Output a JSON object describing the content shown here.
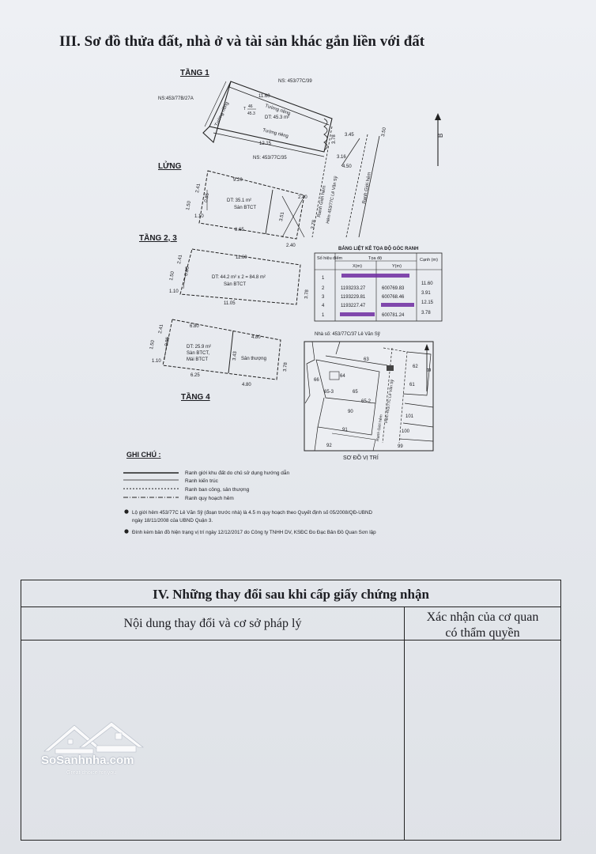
{
  "section3": {
    "title": "III. Sơ đồ thửa đất, nhà ở và tài sản khác gắn liền với đất"
  },
  "plan": {
    "floor1": {
      "label": "TẦNG 1",
      "ns_top": "NS: 453/77C/39",
      "ns_left": "NS:453/77B/27A",
      "ns_bottom": "NS: 453/77C/35",
      "dim_top": "11.60",
      "dim_bottom": "12.15",
      "area": "DT: 45.3 m²",
      "wall_top": "Tường riêng",
      "wall_bottom": "Tường riêng",
      "wall_left": "Tường riêng",
      "frac_num": "46",
      "frac_den": "45.3",
      "frac_prefix": "T",
      "d378": "3.78",
      "d345": "3.45",
      "d350": "3.50",
      "d316": "3.16",
      "d450": "4.50"
    },
    "mezzanine": {
      "label": "LỬNG",
      "area": "DT: 35.1 m²",
      "material": "Sàn BTCT",
      "dim_top": "9.20",
      "dim_240a": "2.40",
      "dim_bottom": "8.65",
      "dim_240b": "2.40",
      "d241": "2.41",
      "d085": "0.85",
      "d150": "1.50",
      "d110": "1.10",
      "d351": "3.51",
      "d378": "3.78"
    },
    "floor23": {
      "label": "TẦNG 2, 3",
      "area": "DT: 44.2 m² x 2 = 84.8 m²",
      "material": "Sàn BTCT",
      "dim_top": "11.60",
      "dim_bottom": "11.05",
      "d241": "2.41",
      "d085": "0.85",
      "d150": "1.50",
      "d110": "1.10",
      "d378": "3.78"
    },
    "floor4": {
      "label": "TẦNG 4",
      "area": "DT: 25.9 m²",
      "material1": "Sàn BTCT,",
      "material2": "Mái BTCT",
      "terrace": "Sân thượng",
      "dim_680": "6.80",
      "dim_480": "4.80",
      "dim_625": "6.25",
      "dim_480b": "4.80",
      "d241": "2.41",
      "d085": "0.85",
      "d150": "1.50",
      "d110": "1.10",
      "d343": "3.43",
      "d378": "3.78"
    },
    "alley1": "Ranh Giới hẻm",
    "alley2": "Ranh Giới hẻm",
    "alley_note": "Hẻm 453/77C Lê Văn Sỹ",
    "north": "B"
  },
  "coords": {
    "title": "BẢNG LIỆT KÊ TỌA ĐỘ GÓC RANH",
    "headers": {
      "point": "Số hiệu điểm",
      "coord": "Tọa độ",
      "x": "X(m)",
      "y": "Y(m)",
      "edge": "Cạnh (m)"
    },
    "rows": [
      {
        "p": "1",
        "x": "",
        "y": "",
        "edge": ""
      },
      {
        "p": "2",
        "x": "1193233.27",
        "y": "600769.83",
        "edge": "11.60"
      },
      {
        "p": "3",
        "x": "1193229.81",
        "y": "600768.46",
        "edge": "3.91"
      },
      {
        "p": "4",
        "x": "1193227.47",
        "y": "",
        "edge": "12.15"
      },
      {
        "p": "1",
        "x": "",
        "y": "600781.24",
        "edge": "3.78"
      }
    ]
  },
  "site": {
    "heading": "Nhà số: 453/77C/37 Lê Văn Sỹ",
    "caption": "SƠ ĐỒ VỊ TRÍ",
    "lots": [
      "63",
      "64",
      "65",
      "65-3",
      "65-2",
      "66",
      "62",
      "61",
      "90",
      "91",
      "92",
      "101",
      "100",
      "99"
    ],
    "alley": "Hẻm 453/77C Lê Văn Sỹ",
    "alley2": "Ranh Giới hẻm",
    "north": "B"
  },
  "notes": {
    "heading": "GHI CHÚ :",
    "legend": [
      "Ranh giới khu đất do chủ sử dụng hướng dẫn",
      "Ranh kiến trúc",
      "Ranh ban công, sân thượng",
      "Ranh quy hoạch hẻm"
    ],
    "bullet1a": "Lộ giới hẻm 453/77C Lê Văn Sỹ (đoạn trước nhà) là 4.5 m quy hoạch theo Quyết định số 05/2008/QĐ-UBND",
    "bullet1b": "ngày 18/11/2008 của UBND Quận 3.",
    "bullet2": "Đính kèm bản đồ hiện trạng vị trí ngày 12/12/2017 do Công ty TNHH DV, KSĐC Đo Đạc Bản Đồ Quan Sơn lập"
  },
  "section4": {
    "title": "IV. Những thay đổi sau khi cấp giấy chứng nhận",
    "col_left": "Nội dung thay đổi và cơ sở pháp lý",
    "col_right_1": "Xác nhận của cơ quan",
    "col_right_2": "có thẩm quyền"
  },
  "watermark": {
    "name": "SoSanhnha.com",
    "tagline": "Great choice for you"
  }
}
